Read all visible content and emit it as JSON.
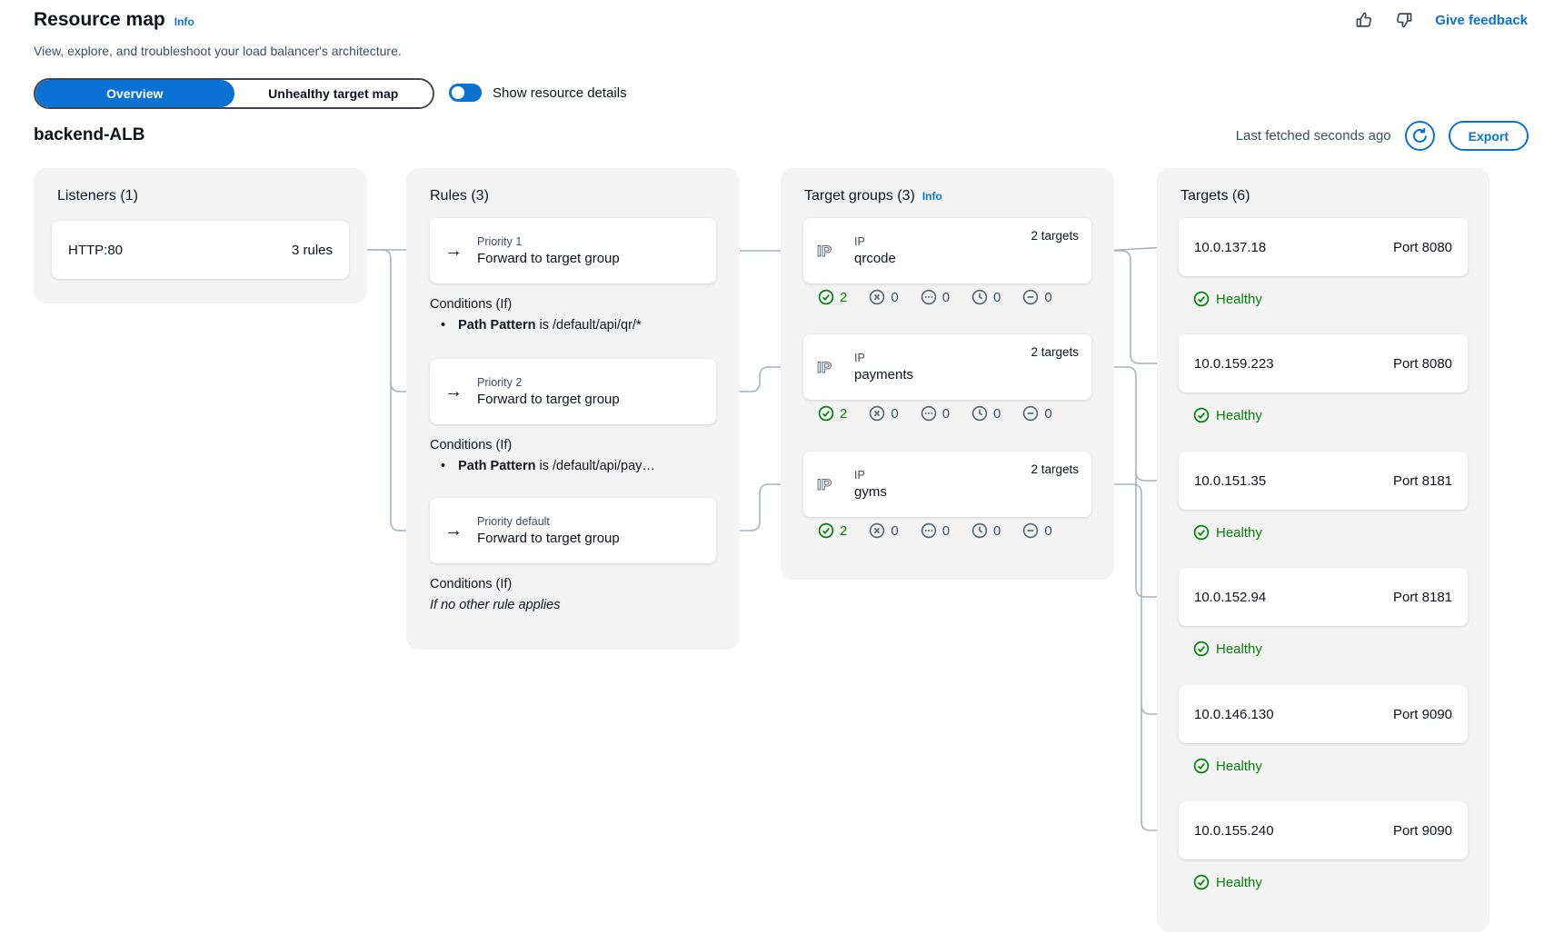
{
  "colors": {
    "accent_blue": "#0972d3",
    "success_green": "#037f0c",
    "icon_gray": "#5f6b7a",
    "panel_gray": "#f4f4f4"
  },
  "header": {
    "title": "Resource map",
    "info_label": "Info",
    "description": "View, explore, and troubleshoot your load balancer's architecture.",
    "feedback_label": "Give feedback"
  },
  "controls": {
    "tabs": [
      {
        "label": "Overview",
        "selected": true
      },
      {
        "label": "Unhealthy target map",
        "selected": false
      }
    ],
    "toggle_label": "Show resource details",
    "toggle_on": true
  },
  "toolbar": {
    "lb_name": "backend-ALB",
    "last_fetched": "Last fetched seconds ago",
    "export_label": "Export"
  },
  "columns": {
    "listeners": {
      "title": "Listeners (1)",
      "cards": [
        {
          "protocol": "HTTP:80",
          "rules": "3 rules"
        }
      ]
    },
    "rules": {
      "title": "Rules (3)",
      "cards": [
        {
          "priority": "Priority 1",
          "action": "Forward to target group",
          "conditions": {
            "title": "Conditions (If)",
            "bullet": "•",
            "bold": "Path Pattern",
            "rest": " is /default/api/qr/*"
          }
        },
        {
          "priority": "Priority 2",
          "action": "Forward to target group",
          "conditions": {
            "title": "Conditions (If)",
            "bullet": "•",
            "bold": "Path Pattern",
            "rest": " is /default/api/pay…"
          }
        },
        {
          "priority": "Priority default",
          "action": "Forward to target group",
          "conditions": {
            "title": "Conditions (If)",
            "italic": "If no other rule applies"
          }
        }
      ]
    },
    "target_groups": {
      "title": "Target groups (3)",
      "info_label": "Info",
      "cards": [
        {
          "type": "IP",
          "name": "qrcode",
          "targets": "2 targets",
          "counts": [
            {
              "name": "healthy",
              "value": "2"
            },
            {
              "name": "unhealthy",
              "value": "0"
            },
            {
              "name": "initial",
              "value": "0"
            },
            {
              "name": "draining",
              "value": "0"
            },
            {
              "name": "unused",
              "value": "0"
            }
          ]
        },
        {
          "type": "IP",
          "name": "payments",
          "targets": "2 targets",
          "counts": [
            {
              "name": "healthy",
              "value": "2"
            },
            {
              "name": "unhealthy",
              "value": "0"
            },
            {
              "name": "initial",
              "value": "0"
            },
            {
              "name": "draining",
              "value": "0"
            },
            {
              "name": "unused",
              "value": "0"
            }
          ]
        },
        {
          "type": "IP",
          "name": "gyms",
          "targets": "2 targets",
          "counts": [
            {
              "name": "healthy",
              "value": "2"
            },
            {
              "name": "unhealthy",
              "value": "0"
            },
            {
              "name": "initial",
              "value": "0"
            },
            {
              "name": "draining",
              "value": "0"
            },
            {
              "name": "unused",
              "value": "0"
            }
          ]
        }
      ]
    },
    "targets": {
      "title": "Targets (6)",
      "cards": [
        {
          "ip": "10.0.137.18",
          "port": "Port 8080",
          "status": "Healthy"
        },
        {
          "ip": "10.0.159.223",
          "port": "Port 8080",
          "status": "Healthy"
        },
        {
          "ip": "10.0.151.35",
          "port": "Port 8181",
          "status": "Healthy"
        },
        {
          "ip": "10.0.152.94",
          "port": "Port 8181",
          "status": "Healthy"
        },
        {
          "ip": "10.0.146.130",
          "port": "Port 9090",
          "status": "Healthy"
        },
        {
          "ip": "10.0.155.240",
          "port": "Port 9090",
          "status": "Healthy"
        }
      ]
    }
  }
}
